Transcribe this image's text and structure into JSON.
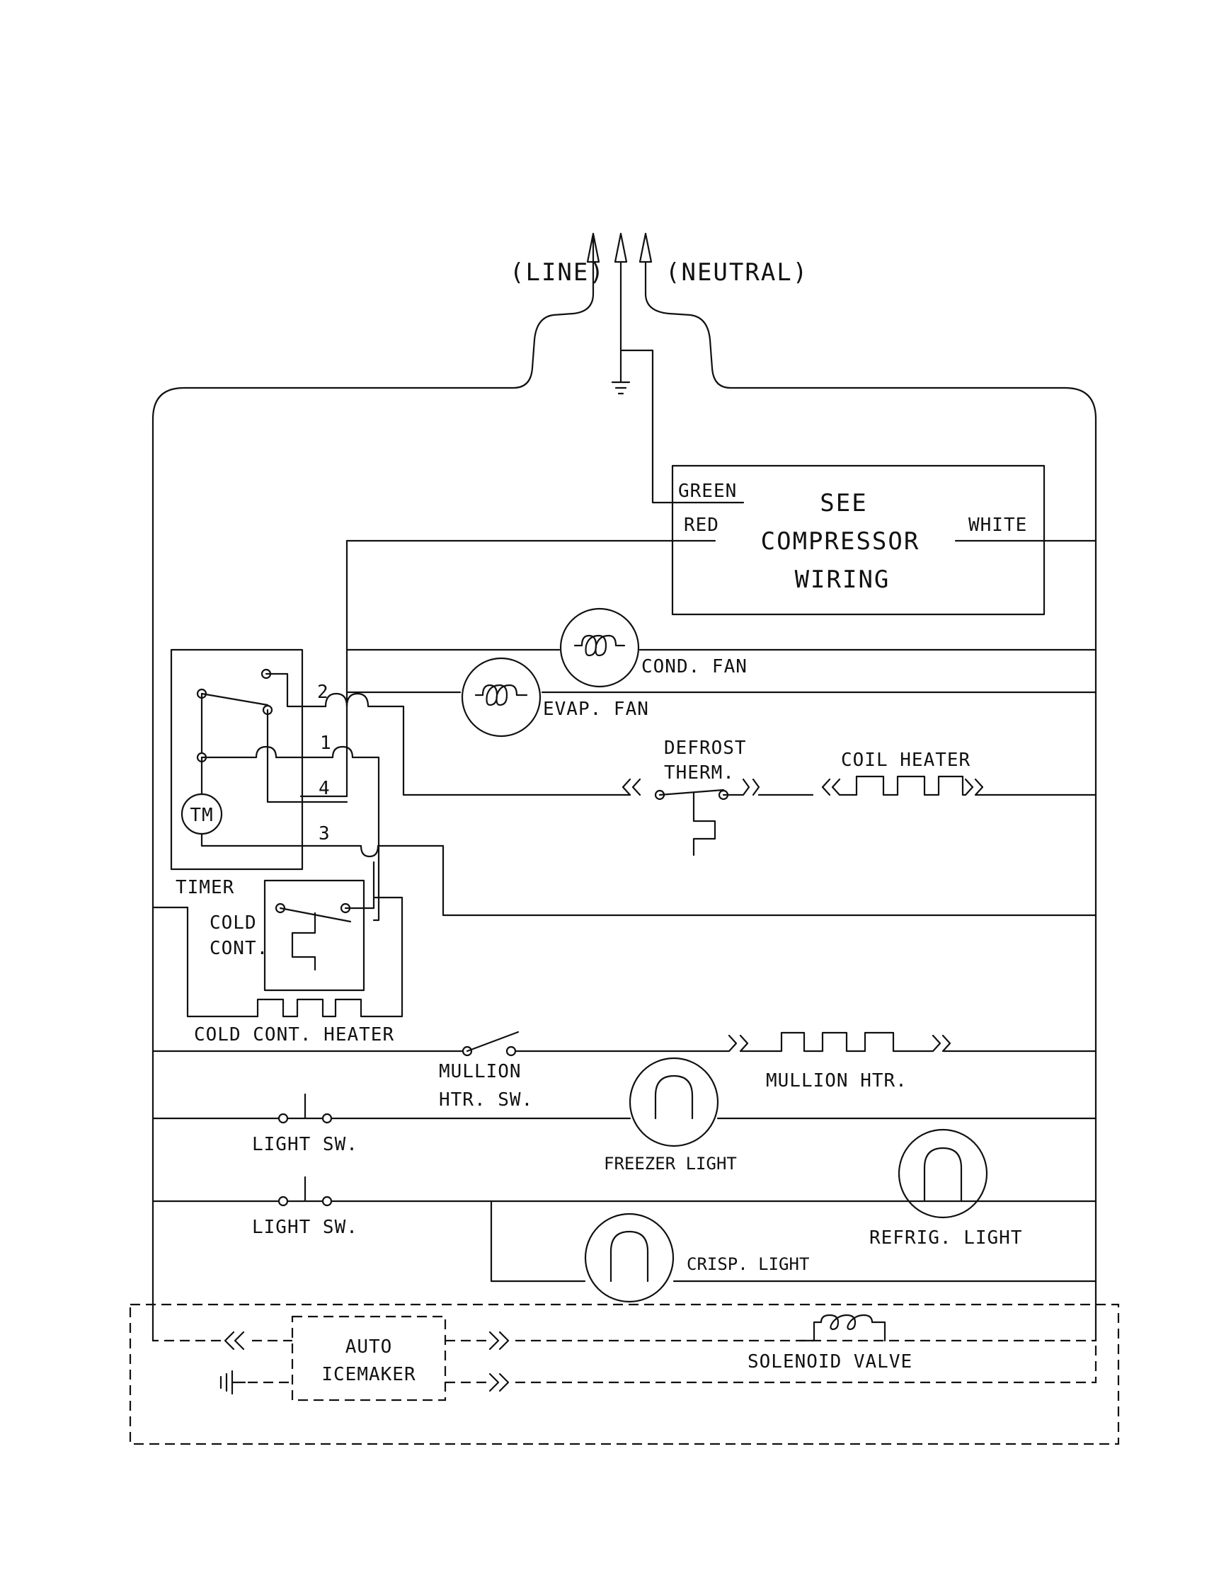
{
  "power": {
    "line_label": "(LINE)",
    "neutral_label": "(NEUTRAL)"
  },
  "compressor": {
    "green_label": "GREEN",
    "red_label": "RED",
    "white_label": "WHITE",
    "title_line1": "SEE",
    "title_line2": "COMPRESSOR",
    "title_line3": "WIRING"
  },
  "fans": {
    "cond_label": "COND. FAN",
    "evap_label": "EVAP. FAN"
  },
  "timer": {
    "label": "TIMER",
    "motor_label": "TM",
    "terminals": [
      "2",
      "1",
      "4",
      "3"
    ]
  },
  "defrost": {
    "therm_line1": "DEFROST",
    "therm_line2": "THERM.",
    "coil_heater_label": "COIL HEATER"
  },
  "cold_control": {
    "line1": "COLD",
    "line2": "CONT.",
    "heater_label": "COLD CONT. HEATER"
  },
  "mullion": {
    "switch_line1": "MULLION",
    "switch_line2": "HTR. SW.",
    "heater_label": "MULLION HTR."
  },
  "lights": {
    "switch1_label": "LIGHT SW.",
    "switch2_label": "LIGHT SW.",
    "freezer_label": "FREEZER LIGHT",
    "refrig_label": "REFRIG. LIGHT",
    "crisp_label": "CRISP. LIGHT"
  },
  "icemaker": {
    "line1": "AUTO",
    "line2": "ICEMAKER",
    "solenoid_label": "SOLENOID VALVE"
  }
}
